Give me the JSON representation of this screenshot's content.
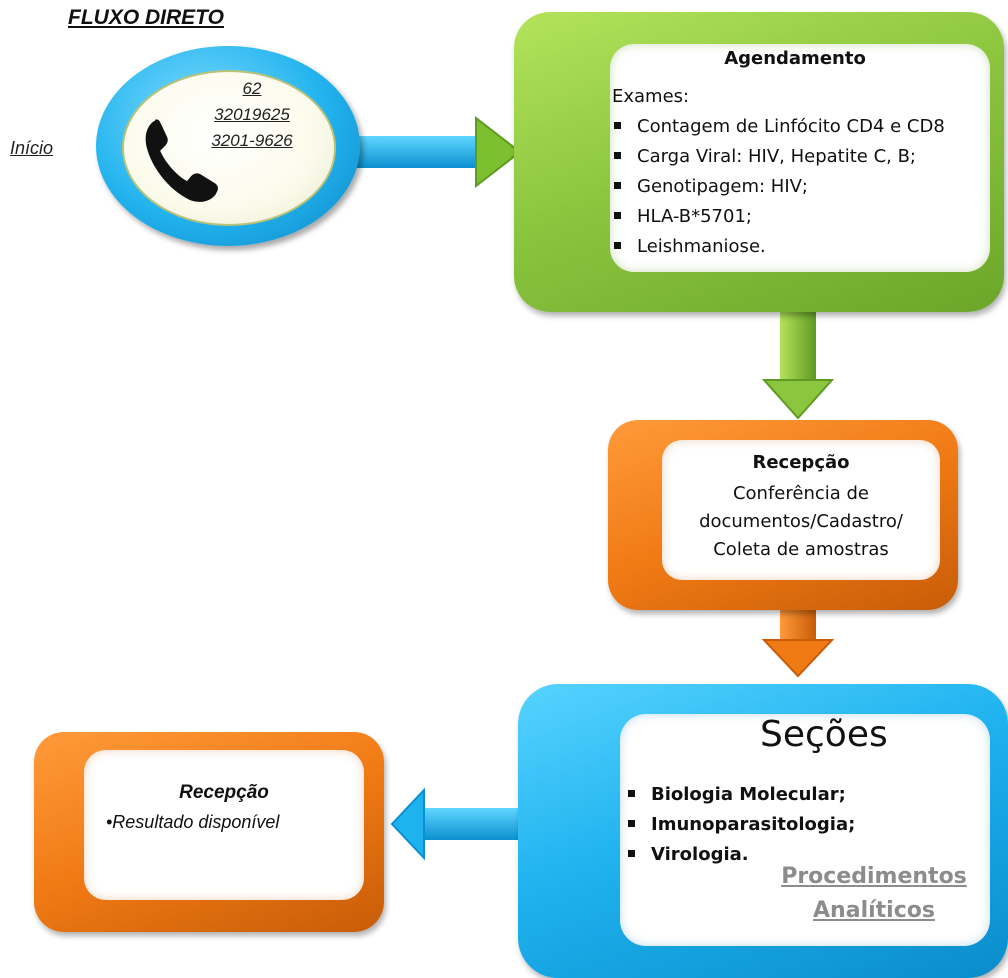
{
  "title": "FLUXO DIRETO",
  "start_label": "Início",
  "phone": {
    "icon": "phone-icon",
    "numbers": [
      "62",
      "32019625",
      "3201-9626"
    ]
  },
  "scheduling": {
    "title": "Agendamento",
    "intro": "Exames:",
    "exams": [
      "Contagem de Linfócito CD4 e CD8",
      "Carga Viral: HIV, Hepatite C, B;",
      "Genotipagem: HIV;",
      "HLA-B*5701;",
      "Leishmaniose."
    ]
  },
  "reception": {
    "title": "Recepção",
    "lines": [
      "Conferência de",
      "documentos/Cadastro/",
      "Coleta de amostras"
    ]
  },
  "sections": {
    "title": "Seções",
    "items": [
      "Biologia Molecular;",
      "Imunoparasitologia;",
      "Virologia."
    ],
    "procedures": [
      "Procedimentos",
      "Analíticos"
    ]
  },
  "result": {
    "title": "Recepção",
    "item": "•Resultado disponível"
  },
  "colors": {
    "green": "#8cc63f",
    "orange": "#f07a14",
    "blue": "#1eb2ee"
  }
}
